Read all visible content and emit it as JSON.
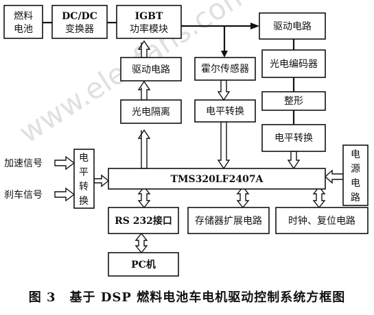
{
  "boxes": {
    "fuel_cell": "燃料电池",
    "dcdc_line1": "DC/DC",
    "dcdc_line2": "变换器",
    "igbt_line1": "IGBT",
    "igbt_line2": "功率模块",
    "drive_left": "驱动电路",
    "opto_isolation": "光电隔离",
    "hall_sensor": "霍尔传感器",
    "level_shift_mid": "电平转换",
    "drive_right": "驱动电路",
    "photo_encoder": "光电编码器",
    "shaping": "整形",
    "level_shift_right": "电平转换",
    "level_shift_left": [
      "电",
      "平",
      "转",
      "换"
    ],
    "power_circuit": [
      "电",
      "源",
      "电",
      "路"
    ],
    "dsp": "TMS320LF2407A",
    "rs232": "RS 232接口",
    "memory_ext": "存储器扩展电路",
    "clock_reset": "时钟、复位电路",
    "pc": "PC机"
  },
  "inputs": {
    "accel_signal": "加速信号",
    "brake_signal": "刹车信号"
  },
  "watermark": "www.elecfans.com",
  "caption": {
    "number": "图 3",
    "title": "基于 DSP 燃料电池车电机驱动控制系统方框图"
  }
}
